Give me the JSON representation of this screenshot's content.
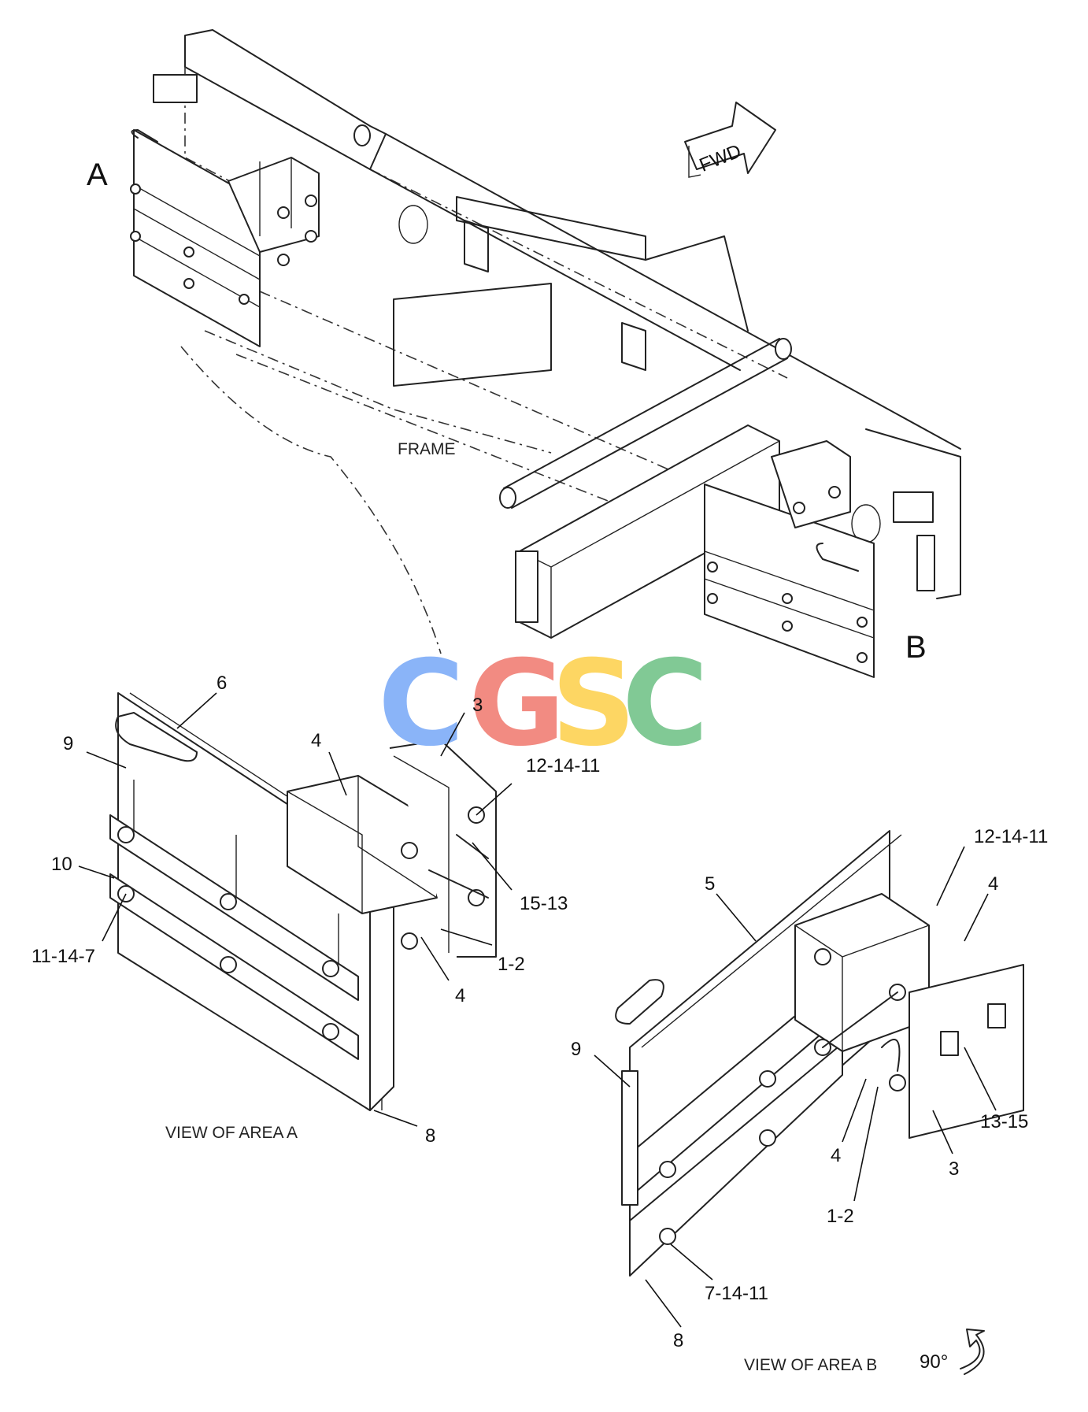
{
  "labels": {
    "area_a": "A",
    "area_b": "B",
    "frame": "FRAME",
    "fwd": "FWD",
    "view_a": "VIEW OF AREA A",
    "view_b": "VIEW OF AREA B",
    "rotation": "90°"
  },
  "callouts_a": [
    "6",
    "9",
    "4",
    "3",
    "12-14-11",
    "10",
    "15-13",
    "11-14-7",
    "1-2",
    "4",
    "8"
  ],
  "callouts_b": [
    "12-14-11",
    "5",
    "4",
    "9",
    "13-15",
    "4",
    "3",
    "1-2",
    "7-14-11",
    "8"
  ],
  "watermark": {
    "letters": [
      "C",
      "G",
      "S",
      "C"
    ],
    "colors": [
      "#8ab4f8",
      "#f28b82",
      "#fdd663",
      "#81c995"
    ]
  }
}
